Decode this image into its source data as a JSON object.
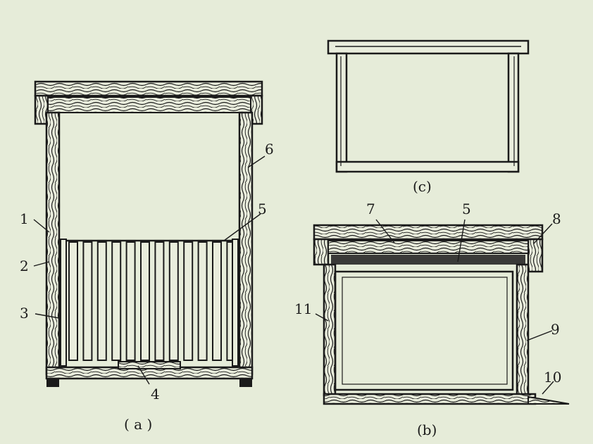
{
  "background_text": [],
  "captions": {
    "a": "( a )",
    "b": "(b)",
    "c": "(c)"
  },
  "labels": {
    "l1": "1",
    "l2": "2",
    "l3": "3",
    "l4": "4",
    "l5a": "5",
    "l6": "6",
    "l7": "7",
    "l5b": "5",
    "l8": "8",
    "l9": "9",
    "l10": "10",
    "l11": "11"
  },
  "colors": {
    "ink": "#1b1b1b",
    "paper": "#e6ecd9",
    "wood_fill": "#e9eddc"
  }
}
